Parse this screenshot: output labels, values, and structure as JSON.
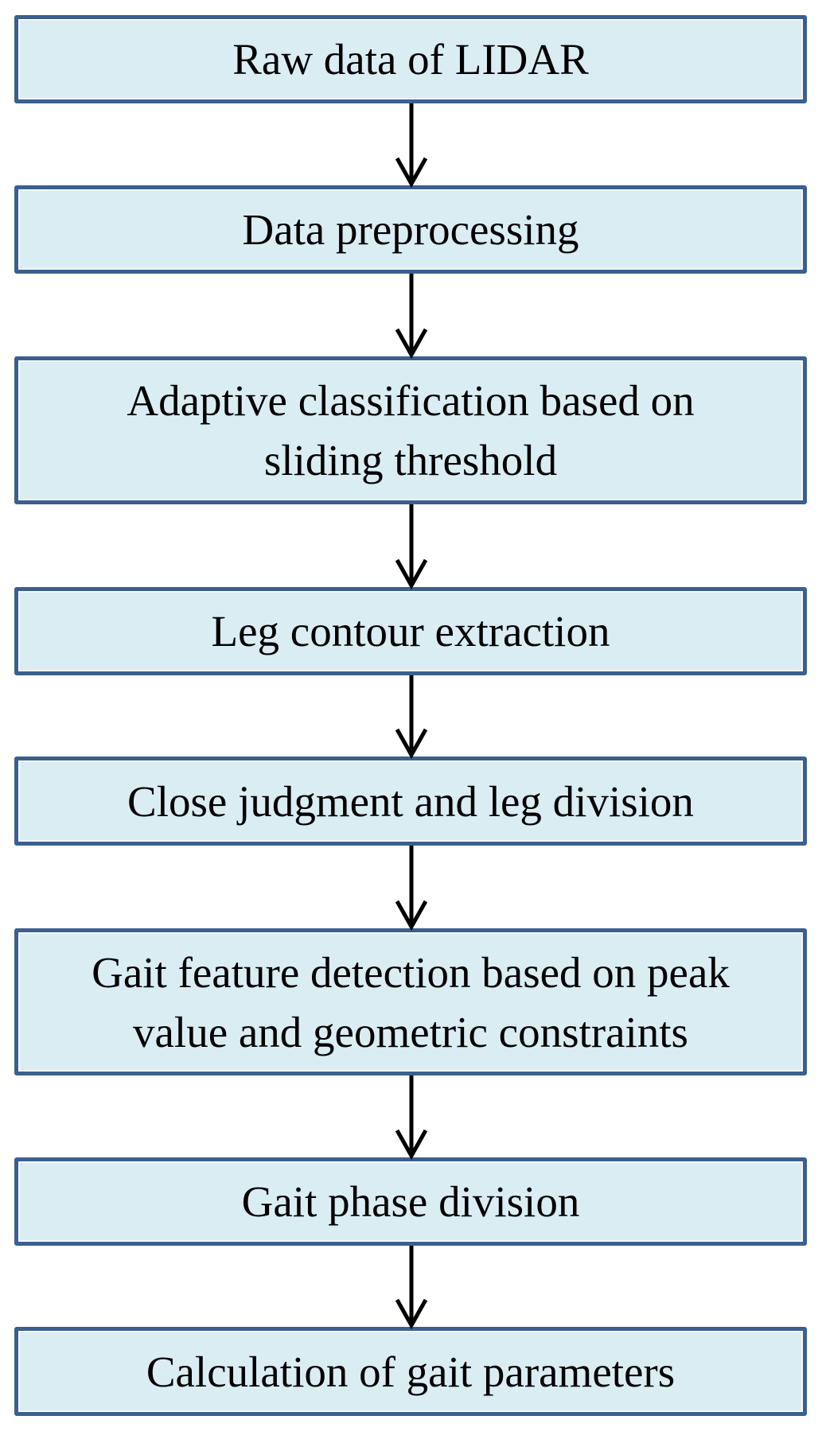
{
  "diagram": {
    "type": "flowchart",
    "direction": "top-to-bottom",
    "colors": {
      "box_fill": "#daedf3",
      "box_border": "#3b5f8e",
      "arrow": "#000000",
      "text": "#000000"
    },
    "steps": [
      {
        "label": "Raw data of LIDAR"
      },
      {
        "label": "Data preprocessing"
      },
      {
        "label": "Adaptive classification based on\nsliding threshold"
      },
      {
        "label": "Leg contour extraction"
      },
      {
        "label": "Close judgment and leg division"
      },
      {
        "label": "Gait feature detection based on peak\nvalue and geometric constraints"
      },
      {
        "label": "Gait phase division"
      },
      {
        "label": "Calculation of gait parameters"
      }
    ],
    "connections": [
      {
        "from": 0,
        "to": 1
      },
      {
        "from": 1,
        "to": 2
      },
      {
        "from": 2,
        "to": 3
      },
      {
        "from": 3,
        "to": 4
      },
      {
        "from": 4,
        "to": 5
      },
      {
        "from": 5,
        "to": 6
      },
      {
        "from": 6,
        "to": 7
      }
    ]
  }
}
